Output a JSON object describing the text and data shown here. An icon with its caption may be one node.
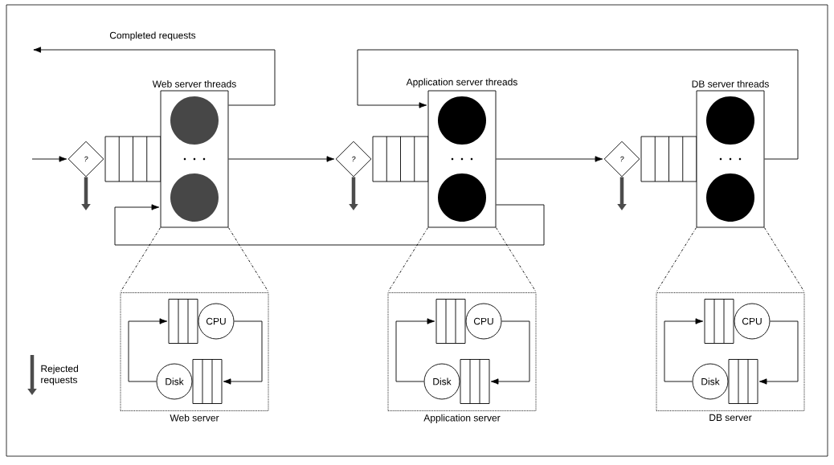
{
  "diagram": {
    "nodes": [
      {
        "text": [
          "?"
        ]
      },
      {
        "text": [],
        "shape": "queue"
      },
      {
        "text": [
          "Web server threads"
        ]
      },
      {
        "text": [
          "Web server"
        ]
      },
      {
        "text": [],
        "shape": "queue",
        "in": 3
      },
      {
        "text": [
          "CPU"
        ],
        "in": 3
      },
      {
        "text": [],
        "shape": "queue",
        "in": 3
      },
      {
        "text": [
          "Disk"
        ],
        "in": 3
      },
      {
        "text": [
          "?"
        ]
      },
      {
        "text": [],
        "shape": "queue"
      },
      {
        "text": [
          "Application server threads"
        ]
      },
      {
        "text": [
          "Application server"
        ]
      },
      {
        "text": [],
        "shape": "queue",
        "in": 11
      },
      {
        "text": [
          "CPU"
        ],
        "in": 11
      },
      {
        "text": [],
        "shape": "queue",
        "in": 11
      },
      {
        "text": [
          "Disk"
        ],
        "in": 11
      },
      {
        "text": [
          "?"
        ]
      },
      {
        "text": [],
        "shape": "queue"
      },
      {
        "text": [
          "DB server threads"
        ]
      },
      {
        "text": [
          "DB server"
        ]
      },
      {
        "text": [],
        "shape": "queue",
        "in": 19
      },
      {
        "text": [
          "CPU"
        ],
        "in": 19
      },
      {
        "text": [],
        "shape": "queue",
        "in": 19
      },
      {
        "text": [
          "Disk"
        ],
        "in": 19
      }
    ],
    "edges": [
      {
        "from": null,
        "to": 0,
        "arrow": "to"
      },
      {
        "from": 2,
        "to": 8,
        "arrow": "to"
      },
      {
        "from": 10,
        "to": 16,
        "arrow": "to"
      },
      {
        "from": 2,
        "to": null,
        "arrow": "to",
        "label": "Completed requests"
      },
      {
        "from": 10,
        "to": 2,
        "arrow": "to"
      },
      {
        "from": 18,
        "to": 10,
        "arrow": "to"
      },
      {
        "from": 0,
        "to": null,
        "arrow": "to",
        "style": "thick"
      },
      {
        "from": 8,
        "to": null,
        "arrow": "to",
        "style": "thick"
      },
      {
        "from": 16,
        "to": null,
        "arrow": "to",
        "style": "thick"
      },
      {
        "from": 5,
        "to": 6,
        "arrow": "to"
      },
      {
        "from": 7,
        "to": 4,
        "arrow": "to"
      },
      {
        "from": 2,
        "to": 3,
        "arrow": "none",
        "style": "dashed"
      },
      {
        "from": 2,
        "to": 3,
        "arrow": "none",
        "style": "dashed"
      },
      {
        "from": 13,
        "to": 14,
        "arrow": "to"
      },
      {
        "from": 15,
        "to": 12,
        "arrow": "to"
      },
      {
        "from": 10,
        "to": 11,
        "arrow": "none",
        "style": "dashed"
      },
      {
        "from": 10,
        "to": 11,
        "arrow": "none",
        "style": "dashed"
      },
      {
        "from": 21,
        "to": 22,
        "arrow": "to"
      },
      {
        "from": 23,
        "to": 20,
        "arrow": "to"
      },
      {
        "from": 18,
        "to": 19,
        "arrow": "none",
        "style": "dashed"
      },
      {
        "from": 18,
        "to": 19,
        "arrow": "none",
        "style": "dashed"
      }
    ],
    "legend": [
      {
        "text": "Rejected requests"
      }
    ]
  }
}
